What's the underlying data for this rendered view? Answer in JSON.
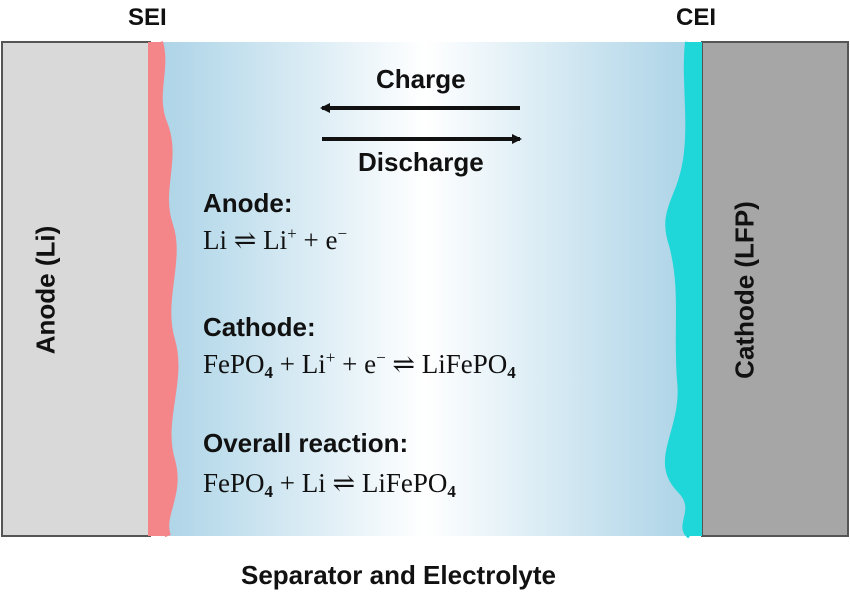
{
  "labels": {
    "sei": "SEI",
    "cei": "CEI",
    "anode_electrode": "Anode (Li)",
    "cathode_electrode": "Cathode (LFP)",
    "charge": "Charge",
    "discharge": "Discharge",
    "separator": "Separator and Electrolyte"
  },
  "reactions": {
    "anode_heading": "Anode:",
    "cathode_heading": "Cathode:",
    "overall_heading": "Overall reaction:",
    "anode": {
      "lhs": "Li",
      "arrow": "⇌",
      "rhs_ion": "Li",
      "rhs_ion_charge": "+",
      "plus": "+",
      "electron": "e",
      "electron_charge": "−"
    },
    "cathode": {
      "reactant": "FePO",
      "reactant_sub": "4",
      "plus1": "+",
      "ion": "Li",
      "ion_charge": "+",
      "plus2": "+",
      "electron": "e",
      "electron_charge": "−",
      "arrow": "⇌",
      "product": "LiFePO",
      "product_sub": "4"
    },
    "overall": {
      "reactant": "FePO",
      "reactant_sub": "4",
      "plus": "+",
      "metal": "Li",
      "arrow": "⇌",
      "product": "LiFePO",
      "product_sub": "4"
    }
  },
  "colors": {
    "anode_fill": "#d9d9d9",
    "cathode_fill": "#a6a6a6",
    "sei": "#f4868a",
    "cei": "#1fd6d8",
    "electrolyte_edge": "#a9d2e6",
    "electrolyte_center": "#ffffff",
    "arrow": "#111111"
  }
}
